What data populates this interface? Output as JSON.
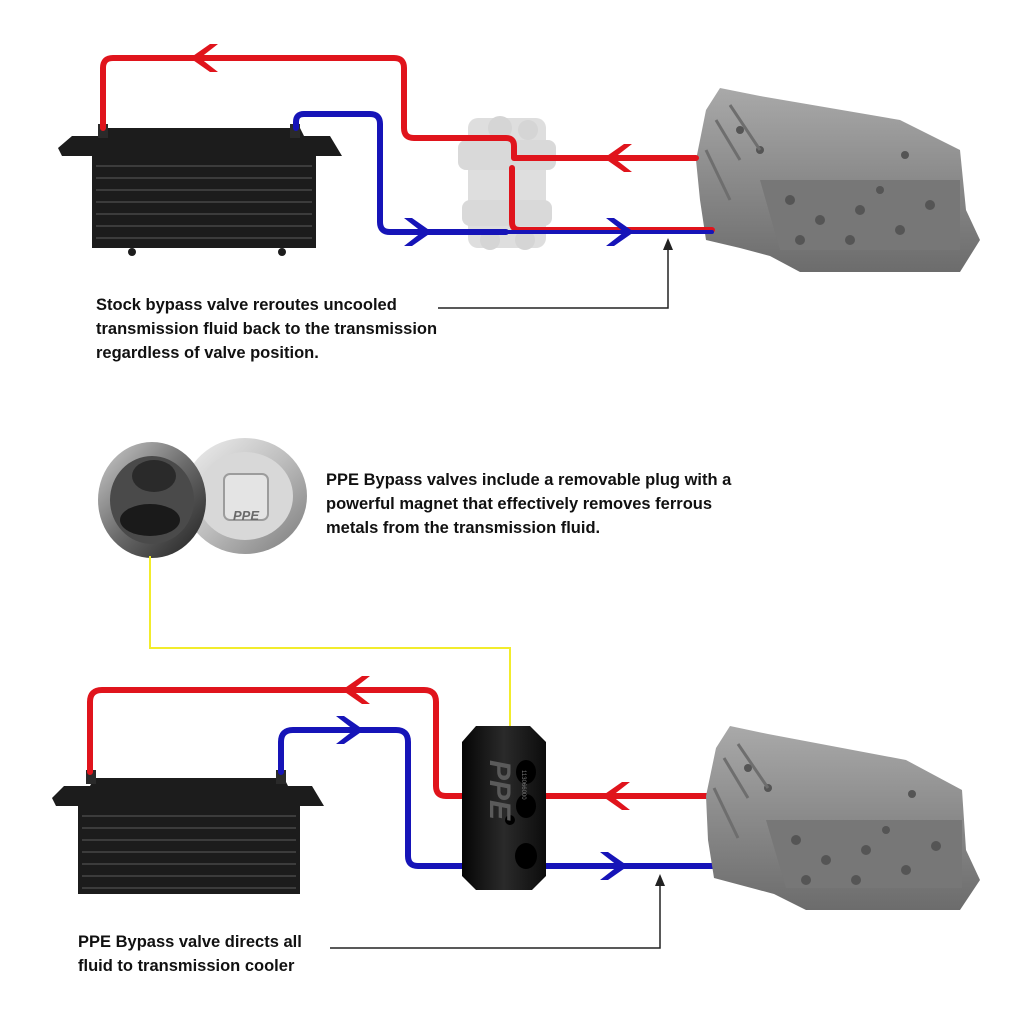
{
  "captions": {
    "stock_bypass": [
      "Stock bypass valve reroutes uncooled",
      "transmission fluid back to the transmission",
      "regardless of valve position."
    ],
    "magnet_plug": [
      "PPE Bypass valves include a removable plug with a",
      "powerful magnet that effectively removes ferrous",
      "metals from the transmission fluid."
    ],
    "ppe_bypass": [
      "PPE Bypass valve directs all",
      "fluid to transmission cooler"
    ]
  },
  "logos": {
    "valve_block": "PPE",
    "valve_part_number": "113066000",
    "plug_cap": "PPE"
  },
  "colors": {
    "hot_line": "#e0141c",
    "cool_line": "#1614b8",
    "magnet_leader": "#f2ec2c",
    "leader_line": "#222222",
    "cooler_body": "#1c1c1c",
    "transmission_body": "#8c8c8c",
    "valve_block": "#141414"
  },
  "icons": {
    "flow_arrow": "chevron-arrow-icon",
    "leader_arrow": "arrowhead-up-icon"
  }
}
